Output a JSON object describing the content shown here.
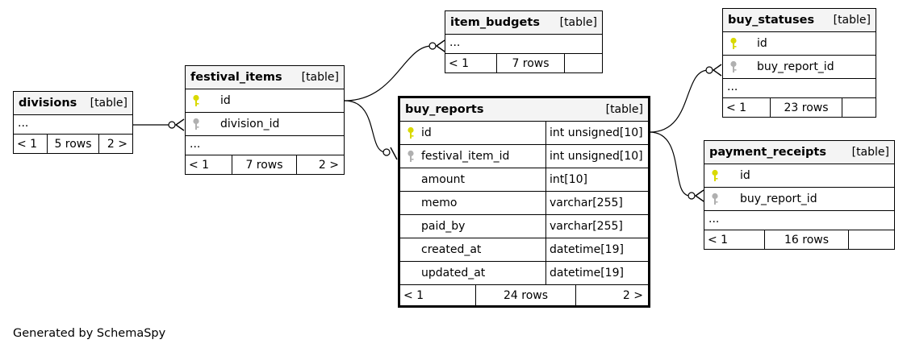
{
  "tag_table": "[table]",
  "ellipsis": "...",
  "credit": "Generated by SchemaSpy",
  "colors": {
    "primary_key": "#d9d900",
    "foreign_key": "#b0b0b0",
    "header_bg": "#f4f4f4"
  },
  "tables": {
    "divisions": {
      "name": "divisions",
      "parents": "< 1",
      "rows": "5 rows",
      "children": "2 >"
    },
    "festival_items": {
      "name": "festival_items",
      "columns": [
        {
          "name": "id",
          "key": "primary"
        },
        {
          "name": "division_id",
          "key": "foreign"
        }
      ],
      "parents": "< 1",
      "rows": "7 rows",
      "children": "2 >"
    },
    "item_budgets": {
      "name": "item_budgets",
      "parents": "< 1",
      "rows": "7 rows",
      "children": ""
    },
    "buy_reports": {
      "name": "buy_reports",
      "columns": [
        {
          "name": "id",
          "type": "int unsigned[10]",
          "key": "primary"
        },
        {
          "name": "festival_item_id",
          "type": "int unsigned[10]",
          "key": "foreign"
        },
        {
          "name": "amount",
          "type": "int[10]",
          "key": ""
        },
        {
          "name": "memo",
          "type": "varchar[255]",
          "key": ""
        },
        {
          "name": "paid_by",
          "type": "varchar[255]",
          "key": ""
        },
        {
          "name": "created_at",
          "type": "datetime[19]",
          "key": ""
        },
        {
          "name": "updated_at",
          "type": "datetime[19]",
          "key": ""
        }
      ],
      "parents": "< 1",
      "rows": "24 rows",
      "children": "2 >"
    },
    "buy_statuses": {
      "name": "buy_statuses",
      "columns": [
        {
          "name": "id",
          "key": "primary"
        },
        {
          "name": "buy_report_id",
          "key": "foreign"
        }
      ],
      "parents": "< 1",
      "rows": "23 rows",
      "children": ""
    },
    "payment_receipts": {
      "name": "payment_receipts",
      "columns": [
        {
          "name": "id",
          "key": "primary"
        },
        {
          "name": "buy_report_id",
          "key": "foreign"
        }
      ],
      "parents": "< 1",
      "rows": "16 rows",
      "children": ""
    }
  }
}
